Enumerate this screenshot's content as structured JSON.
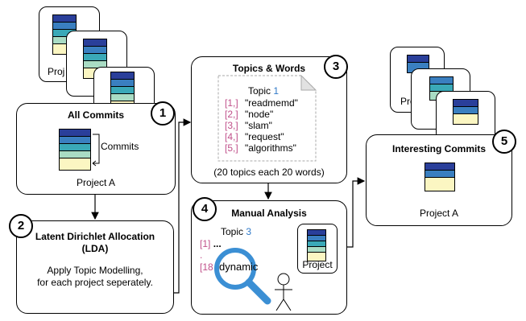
{
  "project_cards_label": "Project A",
  "project_cards_label_partial": "Proj",
  "box1": {
    "title": "All Commits",
    "commits_label": "Commits",
    "project_label": "Project A",
    "step": "1"
  },
  "box2": {
    "title_line1": "Latent Dirichlet Allocation",
    "title_line2": "(LDA)",
    "body_line1": "Apply Topic Modelling,",
    "body_line2": "for each project seperately.",
    "step": "2"
  },
  "box3": {
    "title": "Topics & Words",
    "step": "3",
    "topic_label": "Topic",
    "topic_number": "1",
    "rows": [
      {
        "index": "[1,]",
        "word": "\"readmemd\""
      },
      {
        "index": "[2,]",
        "word": "\"node\""
      },
      {
        "index": "[3,]",
        "word": "\"slam\""
      },
      {
        "index": "[4,]",
        "word": "\"request\""
      },
      {
        "index": "[5,]",
        "word": "\"algorithms\""
      }
    ],
    "footer": "(20 topics each 20 words)"
  },
  "box4": {
    "title": "Manual Analysis",
    "step": "4",
    "topic_label": "Topic",
    "topic_number": "3",
    "row1_index": "[1]",
    "row1_text": "...",
    "dot": ".",
    "row2_index": "[18",
    "row2_word": "dynamic",
    "project_label": "Project"
  },
  "box5": {
    "title": "Interesting Commits",
    "step": "5",
    "project_label": "Project A"
  },
  "colors": {
    "dark_blue": "#2a3f9a",
    "blue": "#3a7fc0",
    "teal": "#3aa9b8",
    "mint": "#a9dcc4",
    "cream": "#fbf6c2",
    "magnifier": "#3b8fd4",
    "index_pink": "#c0508a"
  }
}
